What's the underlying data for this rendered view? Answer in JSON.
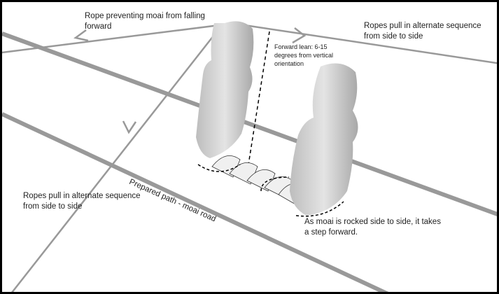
{
  "labels": {
    "rope_forward": "Rope preventing moai from falling forward",
    "ropes_right": "Ropes pull in alternate sequence from side to side",
    "forward_lean": "Forward lean: 6-15 degrees from vertical orientation",
    "ropes_left": "Ropes pull in alternate sequence from side to side",
    "path": "Prepared path - moai road",
    "step": "As moai is rocked side to side, it takes a step forward."
  },
  "colors": {
    "rope": "#999999",
    "moai": "#d4d4d4",
    "border": "#000000"
  }
}
